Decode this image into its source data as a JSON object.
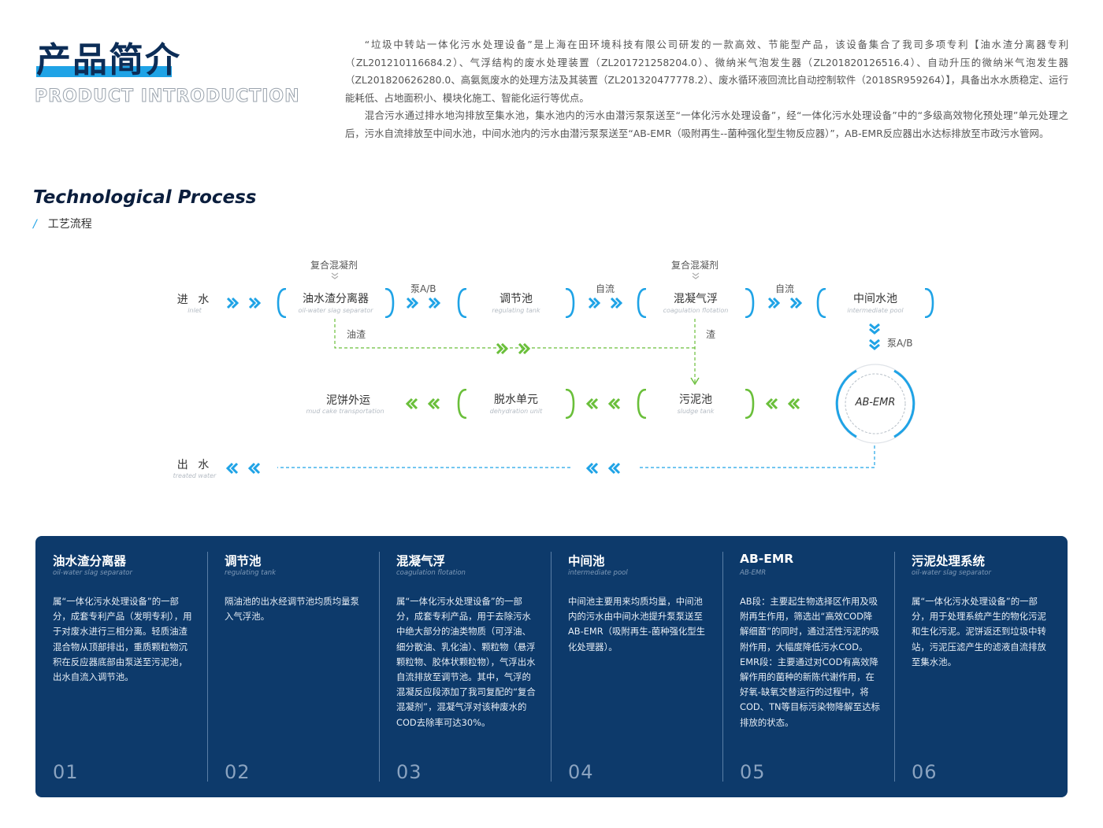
{
  "header": {
    "title_cn": "产品简介",
    "title_en": "PRODUCT INTRODUCTION",
    "intro_p1": "“垃圾中转站一体化污水处理设备”是上海在田环境科技有限公司研发的一款高效、节能型产品，该设备集合了我司多项专利【油水渣分离器专利（ZL201210116684.2）、气浮结构的废水处理装置（ZL201721258204.0）、微纳米气泡发生器（ZL201820126516.4）、自动升压的微纳米气泡发生器（ZL201820626280.0、高氨氮废水的处理方法及其装置（ZL201320477778.2）、废水循环液回流比自动控制软件（2018SR959264）】，具备出水水质稳定、运行能耗低、占地面积小、模块化施工、智能化运行等优点。",
    "intro_p2": "混合污水通过排水地沟排放至集水池，集水池内的污水由潜污泵泵送至“一体化污水处理设备”，经“一体化污水处理设备”中的“多级高效物化预处理”单元处理之后，污水自流排放至中间水池，中间水池内的污水由潜污泵泵送至“AB-EMR（吸附再生--菌种强化型生物反应器）”，AB-EMR反应器出水达标排放至市政污水管网。"
  },
  "process": {
    "title": "Technological Process",
    "slash": "/",
    "subtitle": "工艺流程",
    "inlet": {
      "cn": "进 水",
      "en": "inlet"
    },
    "outlet": {
      "cn": "出 水",
      "en": "treated water"
    },
    "mudcake": {
      "cn": "泥饼外运",
      "en": "mud cake transportation"
    },
    "nodes": {
      "separator": {
        "cn": "油水渣分离器",
        "en": "oil-water slag separator"
      },
      "regulating": {
        "cn": "调节池",
        "en": "regulating tank"
      },
      "coagulation": {
        "cn": "混凝气浮",
        "en": "coagulation flotation"
      },
      "intermediate": {
        "cn": "中间水池",
        "en": "intermediate pool"
      },
      "sludge": {
        "cn": "污泥池",
        "en": "sludge tank"
      },
      "dehydration": {
        "cn": "脱水单元",
        "en": "dehydration unit"
      },
      "abemr": {
        "cn": "AB-EMR"
      }
    },
    "labels": {
      "agent1": "复合混凝剂",
      "agent2": "复合混凝剂",
      "pump1": "泵A/B",
      "flow1": "自流",
      "flow2": "自流",
      "pump2": "泵A/B",
      "oil_slag": "油渣",
      "slag": "渣"
    },
    "colors": {
      "blue": "#1fa3e6",
      "green": "#6abf3a",
      "navy": "#0d3a6b"
    }
  },
  "panel": {
    "columns": [
      {
        "title": "油水渣分离器",
        "en": "oil-water slag separator",
        "num": "01",
        "body": [
          "属“一体化污水处理设备”的一部分，成套专利产品（发明专利），用于对废水进行三相分离。轻质油渣混合物从顶部排出，重质颗粒物沉积在反应器底部由泵送至污泥池，出水自流入调节池。"
        ]
      },
      {
        "title": "调节池",
        "en": "regulating tank",
        "num": "02",
        "body": [
          "隔油池的出水经调节池均质均量泵入气浮池。"
        ]
      },
      {
        "title": "混凝气浮",
        "en": "coagulation flotation",
        "num": "03",
        "body": [
          "属“一体化污水处理设备”的一部分，成套专利产品，用于去除污水中绝大部分的油类物质（可浮油、细分散油、乳化油）、颗粒物（悬浮颗粒物、胶体状颗粒物），气浮出水自流排放至调节池。其中，气浮的混凝反应段添加了我司复配的“复合混凝剂”，混凝气浮对该种废水的COD去除率可达30%。"
        ]
      },
      {
        "title": "中间池",
        "en": "intermediate pool",
        "num": "04",
        "body": [
          "中间池主要用来均质均量，中间池内的污水由中间水池提升泵泵送至AB-EMR（吸附再生-菌种强化型生化处理器）。"
        ]
      },
      {
        "title": "AB-EMR",
        "en": "AB-EMR",
        "num": "05",
        "body": [
          "AB段：主要起生物选择区作用及吸附再生作用，筛选出“高效COD降解细菌”的同时，通过活性污泥的吸附作用，大幅度降低污水COD。",
          "EMR段：主要通过对COD有高效降解作用的菌种的新陈代谢作用，在好氧-缺氧交替运行的过程中，将COD、TN等目标污染物降解至达标排放的状态。"
        ]
      },
      {
        "title": "污泥处理系统",
        "en": "oil-water slag separator",
        "num": "06",
        "body": [
          "属“一体化污水处理设备”的一部分，用于处理系统产生的物化污泥和生化污泥。泥饼返还到垃圾中转站，污泥压滤产生的滤液自流排放至集水池。"
        ]
      }
    ]
  }
}
